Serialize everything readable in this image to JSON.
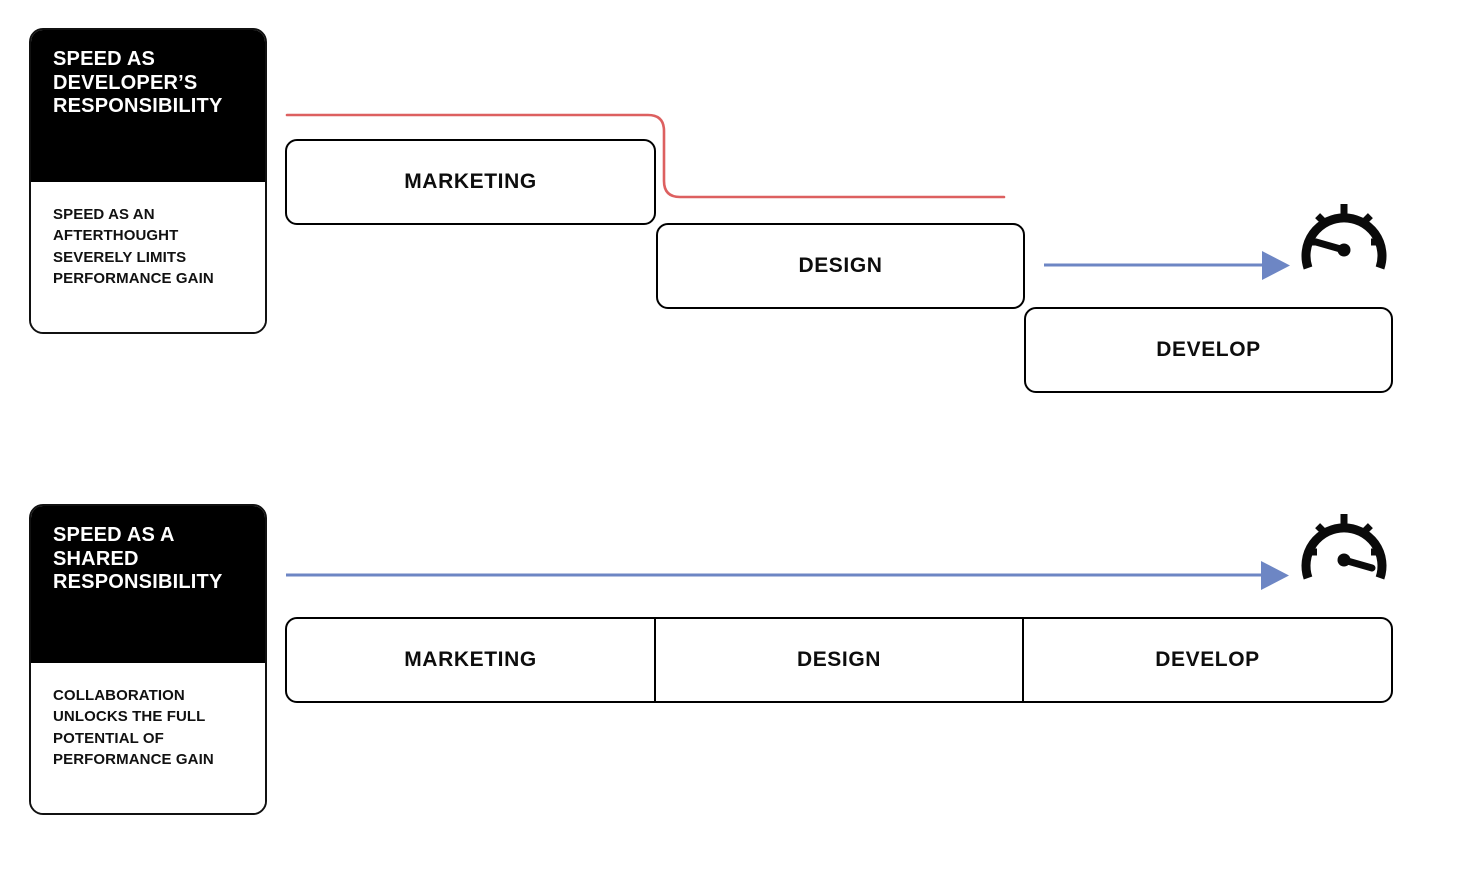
{
  "diagram": {
    "title_top": "SPEED AS DEVELOPER'S RESPONSIBILITY",
    "title_bottom": "SPEED AS A SHARED RESPONSIBILITY",
    "colors": {
      "accent_red": "#dd6060",
      "accent_blue": "#6d86c4",
      "card_header_bg": "#000000",
      "outline": "#000000",
      "background": "#ffffff"
    }
  },
  "top_section": {
    "card": {
      "header": "SPEED AS\nDEVELOPER’S\nRESPONSIBILITY",
      "body": "SPEED AS AN\nAFTERTHOUGHT\nSEVERELY LIMITS\nPERFORMANCE GAIN"
    },
    "stages": [
      {
        "label": "MARKETING"
      },
      {
        "label": "DESIGN"
      },
      {
        "label": "DEVELOP"
      }
    ],
    "red_line_name": "limited-performance-line",
    "blue_arrow_name": "speed-arrow-short",
    "gauge_name": "speedometer-low"
  },
  "bottom_section": {
    "card": {
      "header": "SPEED AS A\nSHARED\nRESPONSIBILITY",
      "body": "COLLABORATION\nUNLOCKS THE FULL\nPOTENTIAL OF\nPERFORMANCE GAIN"
    },
    "stages": [
      {
        "label": "MARKETING"
      },
      {
        "label": "DESIGN"
      },
      {
        "label": "DEVELOP"
      }
    ],
    "blue_arrow_name": "speed-arrow-full",
    "gauge_name": "speedometer-high"
  }
}
